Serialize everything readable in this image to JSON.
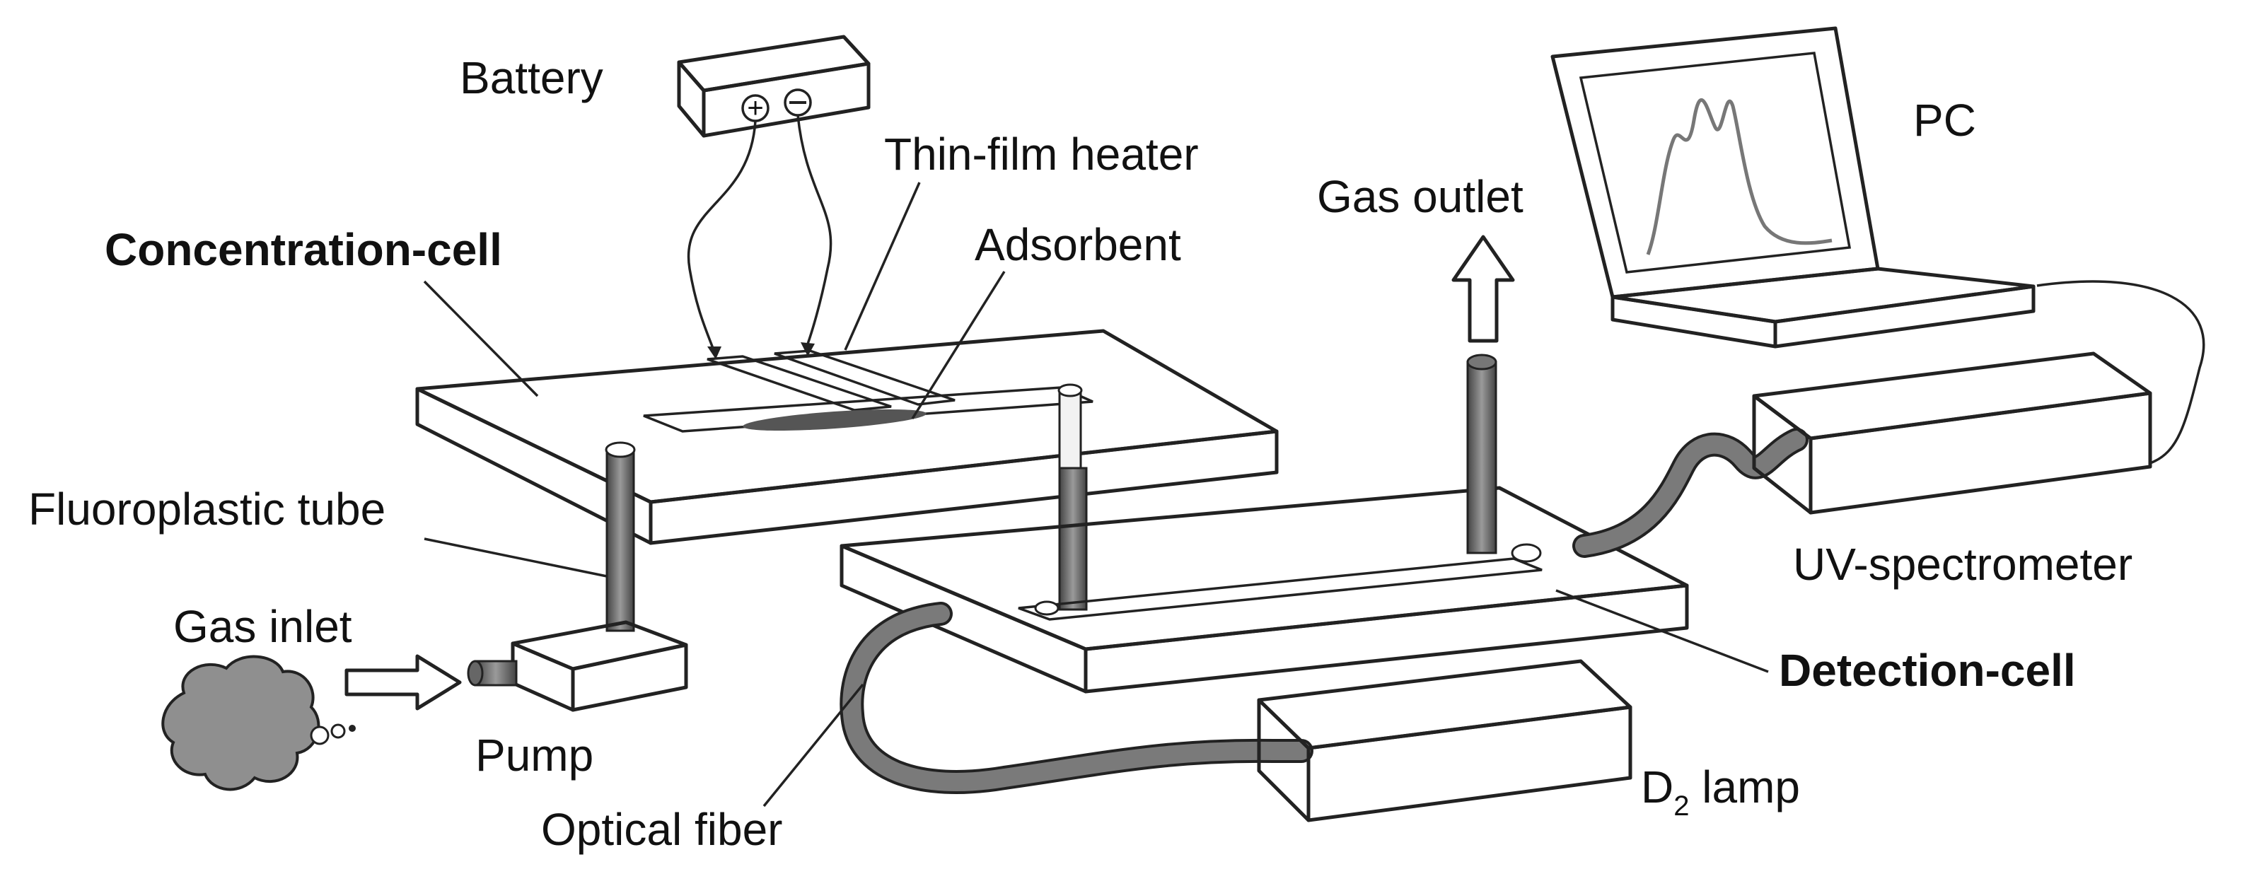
{
  "labels": {
    "battery": "Battery",
    "thin_film_heater": "Thin-film heater",
    "adsorbent": "Adsorbent",
    "concentration_cell": "Concentration-cell",
    "fluoroplastic_tube": "Fluoroplastic tube",
    "gas_inlet": "Gas inlet",
    "pump": "Pump",
    "optical_fiber": "Optical fiber",
    "gas_outlet": "Gas outlet",
    "pc": "PC",
    "uv_spectrometer": "UV-spectrometer",
    "detection_cell": "Detection-cell",
    "d2_lamp_prefix": "D",
    "d2_lamp_subscript": "2",
    "d2_lamp_suffix": " lamp"
  }
}
